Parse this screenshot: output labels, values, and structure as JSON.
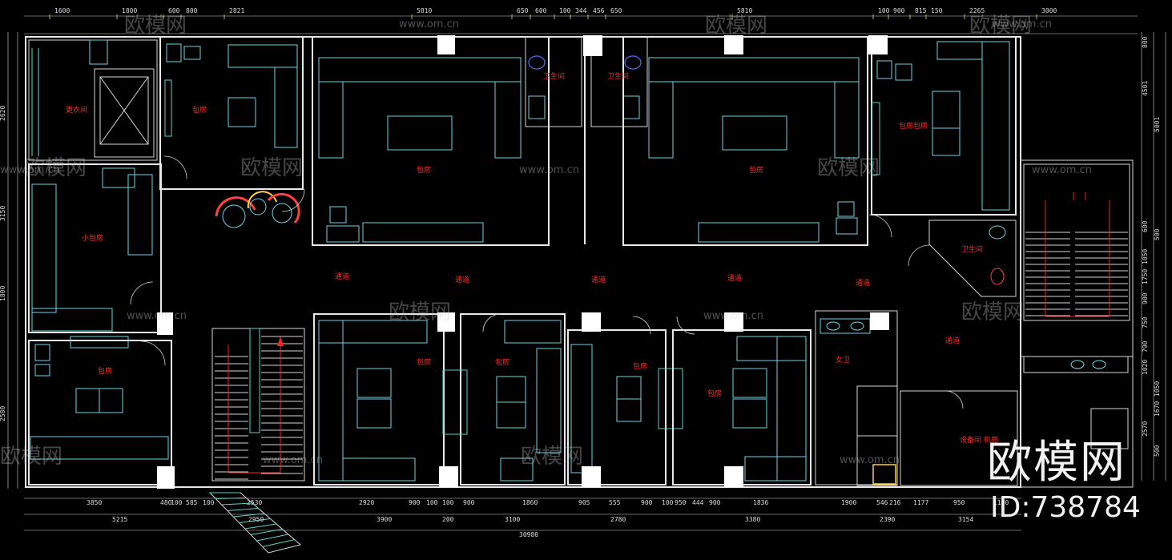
{
  "title": "",
  "watermark": {
    "brand": "欧模网",
    "url": "www.om.cn",
    "id_label": "ID:738784"
  },
  "rooms": [
    {
      "key": "changing_room",
      "label": "更衣间"
    },
    {
      "key": "private_room_a",
      "label": "包房"
    },
    {
      "key": "private_room_b",
      "label": "包房"
    },
    {
      "key": "private_room_c",
      "label": "包房"
    },
    {
      "key": "private_room_d",
      "label": "包房"
    },
    {
      "key": "small_office",
      "label": "小包房"
    },
    {
      "key": "toilet_1",
      "label": "卫生间"
    },
    {
      "key": "toilet_2",
      "label": "卫生间"
    },
    {
      "key": "toilet_3",
      "label": "卫生间"
    },
    {
      "key": "corridor_1",
      "label": "通道"
    },
    {
      "key": "corridor_2",
      "label": "通道"
    },
    {
      "key": "corridor_3",
      "label": "通道"
    },
    {
      "key": "corridor_4",
      "label": "通道"
    },
    {
      "key": "corridor_5",
      "label": "通道"
    },
    {
      "key": "corridor_6",
      "label": "通道"
    },
    {
      "key": "private_room_e",
      "label": "包房"
    },
    {
      "key": "private_room_f",
      "label": "包房"
    },
    {
      "key": "private_room_g",
      "label": "包房"
    },
    {
      "key": "private_room_h",
      "label": "包房"
    },
    {
      "key": "private_room_i",
      "label": "包房"
    },
    {
      "key": "womens_toilet",
      "label": "女卫"
    },
    {
      "key": "equipment_room",
      "label": "设备间 机房"
    },
    {
      "key": "lower_left_room",
      "label": "包房"
    }
  ],
  "dimensions_top": [
    "1600",
    "1800",
    "600",
    "800",
    "2821",
    "5810",
    "650",
    "600",
    "100",
    "344",
    "456",
    "650",
    "5810",
    "100",
    "900",
    "815",
    "150",
    "2265",
    "3000"
  ],
  "dimensions_bottom_row1": [
    "3850",
    "480",
    "100",
    "585",
    "100",
    "2530",
    "2920",
    "900",
    "100",
    "100",
    "900",
    "1860",
    "905",
    "555",
    "900",
    "100",
    "950",
    "444",
    "900",
    "1836",
    "1900",
    "546",
    "216",
    "1177",
    "950",
    "1100"
  ],
  "dimensions_bottom_row2": [
    "5215",
    "2950",
    "3900",
    "200",
    "3100",
    "2780",
    "3380",
    "2390",
    "3154"
  ],
  "dimensions_total": "30980",
  "dimensions_left": [
    "2620",
    "3150",
    "1800",
    "2580"
  ],
  "dimensions_right": [
    "800",
    "4501",
    "5001",
    "600",
    "500",
    "1050",
    "1750",
    "900",
    "750",
    "790",
    "1020",
    "2570",
    "1670",
    "1050",
    "500"
  ]
}
